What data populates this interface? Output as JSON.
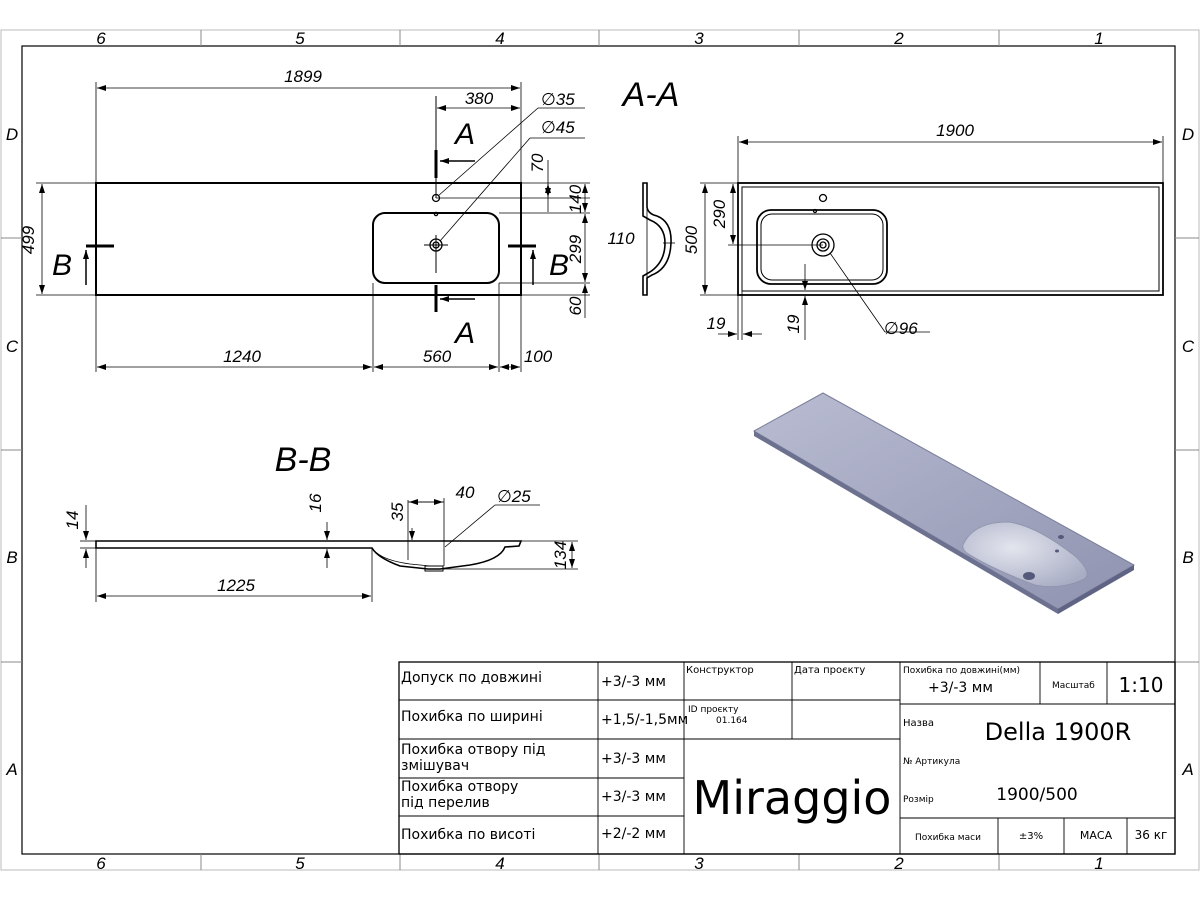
{
  "frame": {
    "cols_top": [
      "6",
      "5",
      "4",
      "3",
      "2",
      "1"
    ],
    "cols_bottom": [
      "6",
      "5",
      "4",
      "3",
      "2",
      "1"
    ],
    "rows_left": [
      "D",
      "C",
      "B",
      "A"
    ],
    "rows_right": [
      "D",
      "C",
      "B",
      "A"
    ]
  },
  "plan_view": {
    "dim_1899": "1899",
    "dim_380": "380",
    "dim_d35": "∅35",
    "dim_d45": "∅45",
    "dim_70": "70",
    "dim_140": "140",
    "dim_299": "299",
    "dim_60": "60",
    "dim_499": "499",
    "dim_1240": "1240",
    "dim_560": "560",
    "dim_100": "100",
    "cut_a_top": "A",
    "cut_a_bottom": "A",
    "cut_b_left": "B",
    "cut_b_right": "B"
  },
  "side_profile": {
    "dim_110": "110"
  },
  "section_aa": {
    "title": "A-A",
    "dim_1900": "1900",
    "dim_500": "500",
    "dim_290": "290",
    "dim_19a": "19",
    "dim_19b": "19",
    "dim_d96": "∅96"
  },
  "section_bb": {
    "title": "B-B",
    "dim_14": "14",
    "dim_16": "16",
    "dim_35": "35",
    "dim_40": "40",
    "dim_d25": "∅25",
    "dim_134": "134",
    "dim_1225": "1225"
  },
  "title_block": {
    "rows": [
      {
        "label": "Допуск по довжині",
        "value": "+3/-3 мм"
      },
      {
        "label": "Похибка по ширині",
        "value": "+1,5/-1,5мм"
      },
      {
        "label1": "Похибка отвору під",
        "label2": "змішувач",
        "value": "+3/-3 мм"
      },
      {
        "label1": "Похибка отвору",
        "label2": "під перелив",
        "value": "+3/-3 мм"
      },
      {
        "label": "Похибка по висоті",
        "value": "+2/-2 мм"
      }
    ],
    "designer_label": "Конструктор",
    "date_label": "Дата проєкту",
    "project_id_label": "ID проєкту",
    "project_id_value": "01.164",
    "brand": "Miraggio",
    "length_tol_label": "Похибка по довжині(мм)",
    "length_tol_value": "+3/-3 мм",
    "scale_label": "Масштаб",
    "scale_value": "1:10",
    "name_label": "Назва",
    "name_value": "Della 1900R",
    "article_label": "№ Артикула",
    "size_label": "Розмір",
    "size_value": "1900/500",
    "mass_tol_label": "Похибка маси",
    "mass_tol_value": "±3%",
    "mass_label": "МАСА",
    "mass_value": "36 кг"
  },
  "colors": {
    "line": "#000000",
    "render_fill": "#a7abc4",
    "render_basin": "#c9ccd9"
  }
}
